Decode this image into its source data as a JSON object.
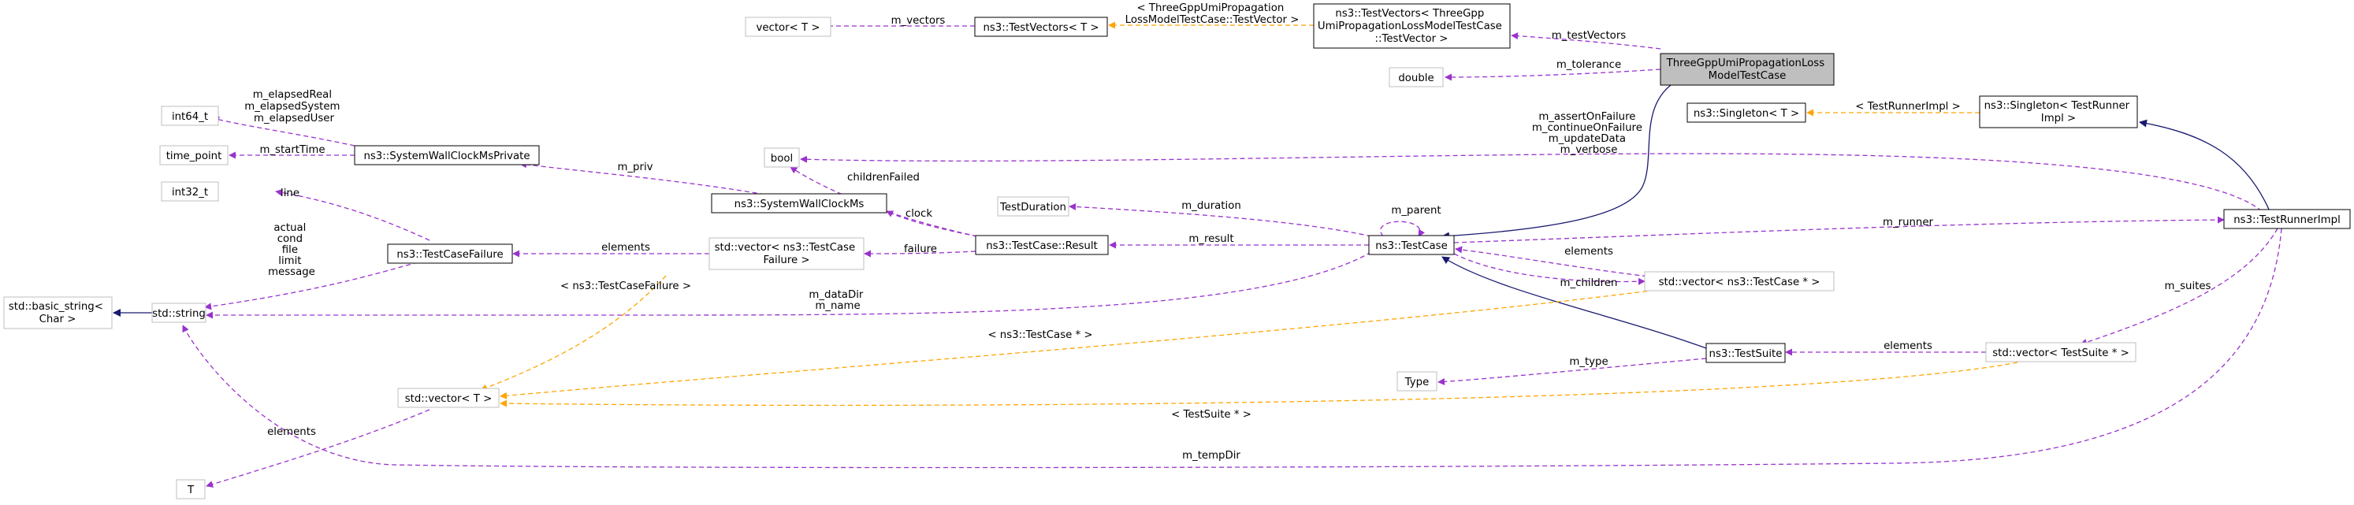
{
  "colors": {
    "member": "#9a32cd",
    "template": "#ffa500",
    "inherit": "#191970",
    "box_border_strong": "#000000",
    "box_border_weak": "#bfbfbf",
    "highlight_fill": "#bfbfbf"
  },
  "nodes": {
    "vectorT": [
      "vector< T >"
    ],
    "testVectorsT": [
      "ns3::TestVectors< T >"
    ],
    "testVectorsTgpp": [
      "ns3::TestVectors< ThreeGpp",
      "UmiPropagationLossModelTestCase",
      "::TestVector >"
    ],
    "threeGpp": [
      "ThreeGppUmiPropagationLoss",
      "ModelTestCase"
    ],
    "double": [
      "double"
    ],
    "int64": [
      "int64_t"
    ],
    "timePoint": [
      "time_point"
    ],
    "swcPrivate": [
      "ns3::SystemWallClockMsPrivate"
    ],
    "bool": [
      "bool"
    ],
    "singletonT": [
      "ns3::Singleton< T >"
    ],
    "singletonTRI": [
      "ns3::Singleton< TestRunner",
      "Impl >"
    ],
    "int32": [
      "int32_t"
    ],
    "swc": [
      "ns3::SystemWallClockMs"
    ],
    "testDuration": [
      "TestDuration"
    ],
    "testCaseFailure": [
      "ns3::TestCaseFailure"
    ],
    "vecTCF": [
      "std::vector< ns3::TestCase",
      "Failure >"
    ],
    "result": [
      "ns3::TestCase::Result"
    ],
    "testCase": [
      "ns3::TestCase"
    ],
    "testRunnerImpl": [
      "ns3::TestRunnerImpl"
    ],
    "basicString": [
      "std::basic_string<",
      "Char >"
    ],
    "stdString": [
      "std::string"
    ],
    "vecTCptr": [
      "std::vector< ns3::TestCase * >"
    ],
    "type": [
      "Type"
    ],
    "testSuite": [
      "ns3::TestSuite"
    ],
    "vecTSptr": [
      "std::vector< TestSuite * >"
    ],
    "stdVectorT": [
      "std::vector< T >"
    ],
    "T": [
      "T"
    ]
  },
  "labels": {
    "m_vectors": [
      "m_vectors"
    ],
    "tv_template": [
      "< ThreeGppUmiPropagation",
      "LossModelTestCase::TestVector >"
    ],
    "m_testVectors": [
      "m_testVectors"
    ],
    "m_tolerance": [
      "m_tolerance"
    ],
    "int64_members": [
      "m_elapsedReal",
      "m_elapsedSystem",
      "m_elapsedUser"
    ],
    "m_startTime": [
      "m_startTime"
    ],
    "m_priv": [
      "m_priv"
    ],
    "bool_members": [
      "m_assertOnFailure",
      "m_continueOnFailure",
      "m_updateData",
      "m_verbose"
    ],
    "singleton_template": [
      "< TestRunnerImpl >"
    ],
    "line": [
      "line"
    ],
    "childrenFailed": [
      "childrenFailed"
    ],
    "clock": [
      "clock"
    ],
    "m_duration": [
      "m_duration"
    ],
    "m_parent": [
      "m_parent"
    ],
    "string_members": [
      "actual",
      "cond",
      "file",
      "limit",
      "message"
    ],
    "elements_tcf": [
      "elements"
    ],
    "failure": [
      "failure"
    ],
    "m_result": [
      "m_result"
    ],
    "m_runner": [
      "m_runner"
    ],
    "elements_tc": [
      "elements"
    ],
    "tcf_template": [
      "< ns3::TestCaseFailure >"
    ],
    "dataDir_name": [
      "m_dataDir",
      "m_name"
    ],
    "m_children": [
      "m_children"
    ],
    "m_suites": [
      "m_suites"
    ],
    "tc_template": [
      "< ns3::TestCase * >"
    ],
    "m_type": [
      "m_type"
    ],
    "elements_ts": [
      "elements"
    ],
    "ts_template": [
      "< TestSuite * >"
    ],
    "elements_T": [
      "elements"
    ],
    "m_tempDir": [
      "m_tempDir"
    ]
  }
}
